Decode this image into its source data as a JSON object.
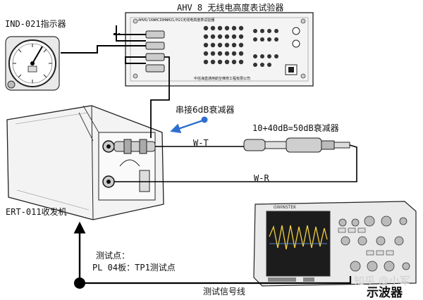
{
  "labels": {
    "indicator": "IND-021指示器",
    "tester_title": "AHV 8 无线电高度表试验器",
    "tester_panel_text": "AHV8/16WHCI6HWH21/H21无线电高度表试验器",
    "tester_footer": "中信海直通用航空维修工程有限公司",
    "attenuator_series": "串接6dB衰减器",
    "attenuator_50": "10+40dB=50dB衰减器",
    "wire_t": "W-T",
    "wire_r": "W-R",
    "transceiver": "ERT-011收发机",
    "test_point_line1": "测试点：",
    "test_point_line2": "PL 04板：TP1测试点",
    "signal_line": "测试信号线",
    "oscilloscope": "示波器",
    "watermark": "知乎 @小军",
    "scope_brand": "GWINSTEK"
  },
  "colors": {
    "line": "#000000",
    "accent_arrow": "#2e6fd1",
    "device_fill": "#f2f2f2",
    "scope_screen": "#1c1c1c",
    "scope_trace": "#f0d040"
  }
}
